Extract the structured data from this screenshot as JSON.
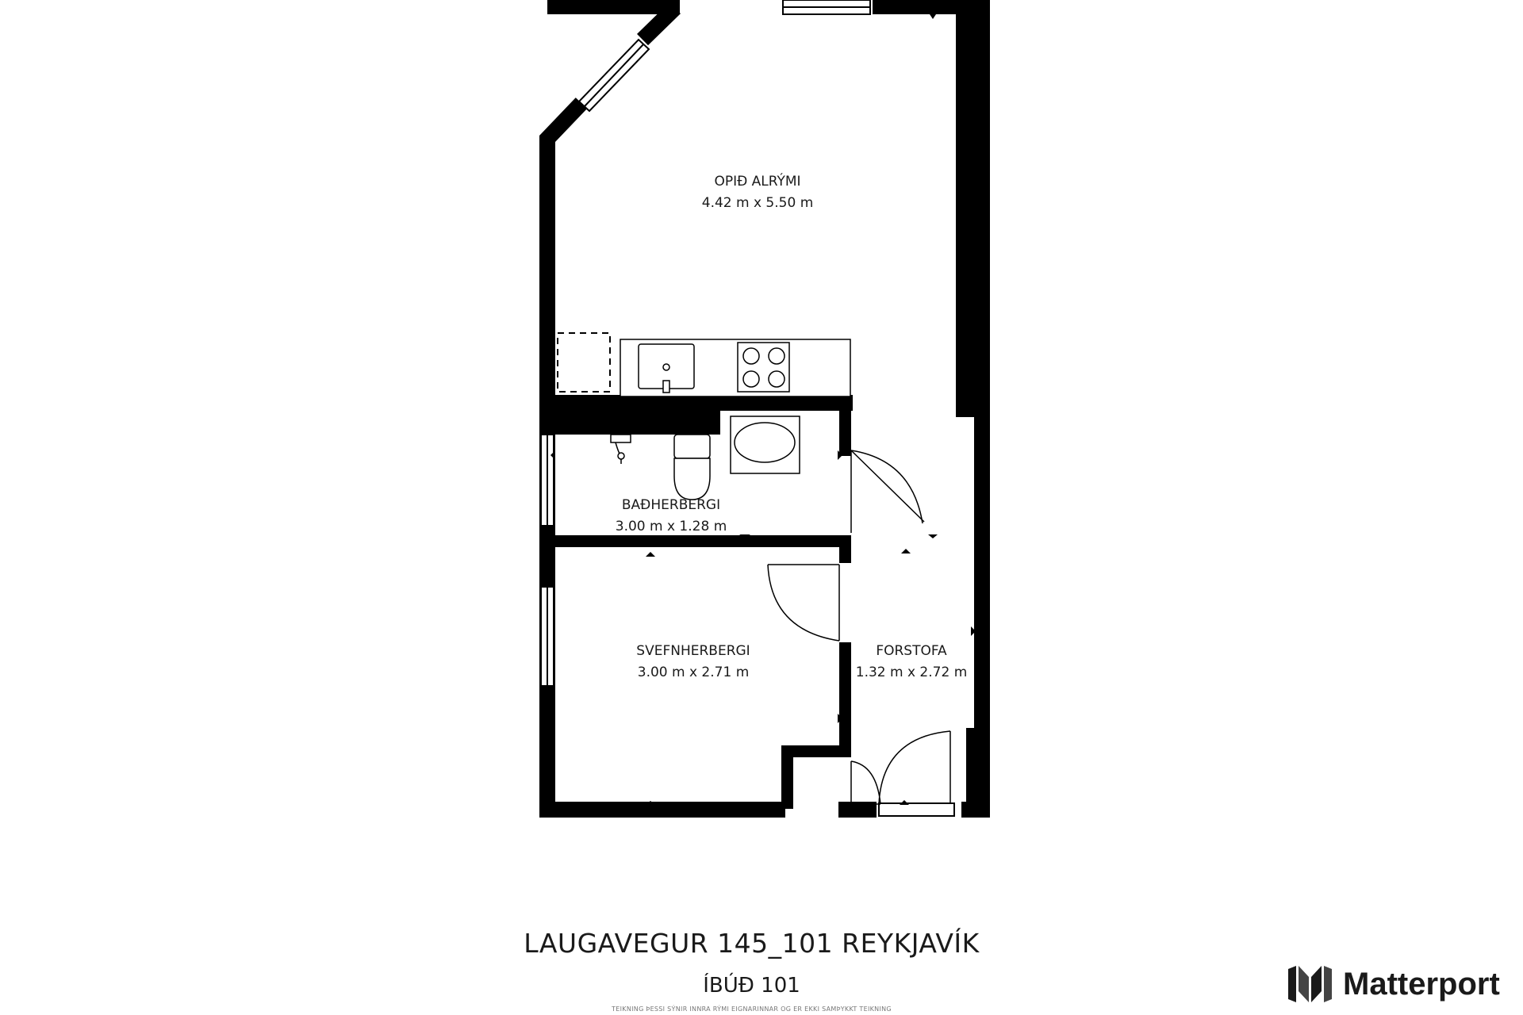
{
  "rooms": {
    "living": {
      "name": "OPIÐ ALRÝMI",
      "size": "4.42 m x 5.50 m"
    },
    "bath": {
      "name": "BAÐHERBERGI",
      "size": "3.00 m x 1.28 m"
    },
    "bed": {
      "name": "SVEFNHERBERGI",
      "size": "3.00 m x 2.71 m"
    },
    "hall": {
      "name": "FORSTOFA",
      "size": "1.32 m x 2.72 m"
    }
  },
  "footer": {
    "address": "LAUGAVEGUR 145_101 REYKJAVÍK",
    "unit": "ÍBÚÐ 101",
    "disclaimer": "TEIKNING ÞESSI SÝNIR INNRA RÝMI EIGNARINNAR OG ER EKKI SAMÞYKKT TEIKNING"
  },
  "brand": {
    "name": "Matterport",
    "icon": "matterport-logo-icon"
  }
}
